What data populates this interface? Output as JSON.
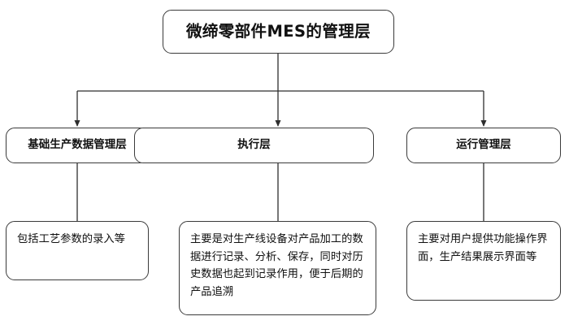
{
  "diagram": {
    "type": "org-chart",
    "orientation": "top-down",
    "background_color": "#ffffff",
    "border_color": "#3a3a3a",
    "text_color": "#111111",
    "root": {
      "label": "微缔零部件MES的管理层"
    },
    "branches": [
      {
        "id": "basic",
        "label": "基础生产数据管理层",
        "description": "包括工艺参数的录入等"
      },
      {
        "id": "exec",
        "label": "执行层",
        "description": "主要是对生产线设备对产品加工的数据进行记录、分析、保存，同时对历史数据也起到记录作用，便于后期的产品追溯"
      },
      {
        "id": "run",
        "label": "运行管理层",
        "description": "主要对用户提供功能操作界面，生产结果展示界面等"
      }
    ],
    "connectors": [
      {
        "name": "root-to-bus",
        "kind": "line"
      },
      {
        "name": "bus-horizontal",
        "kind": "line"
      },
      {
        "name": "bus-to-basic",
        "kind": "arrow"
      },
      {
        "name": "bus-to-exec",
        "kind": "arrow"
      },
      {
        "name": "bus-to-run",
        "kind": "arrow"
      },
      {
        "name": "basic-to-desc",
        "kind": "line"
      },
      {
        "name": "exec-to-desc",
        "kind": "line"
      },
      {
        "name": "run-to-desc",
        "kind": "line"
      }
    ]
  }
}
